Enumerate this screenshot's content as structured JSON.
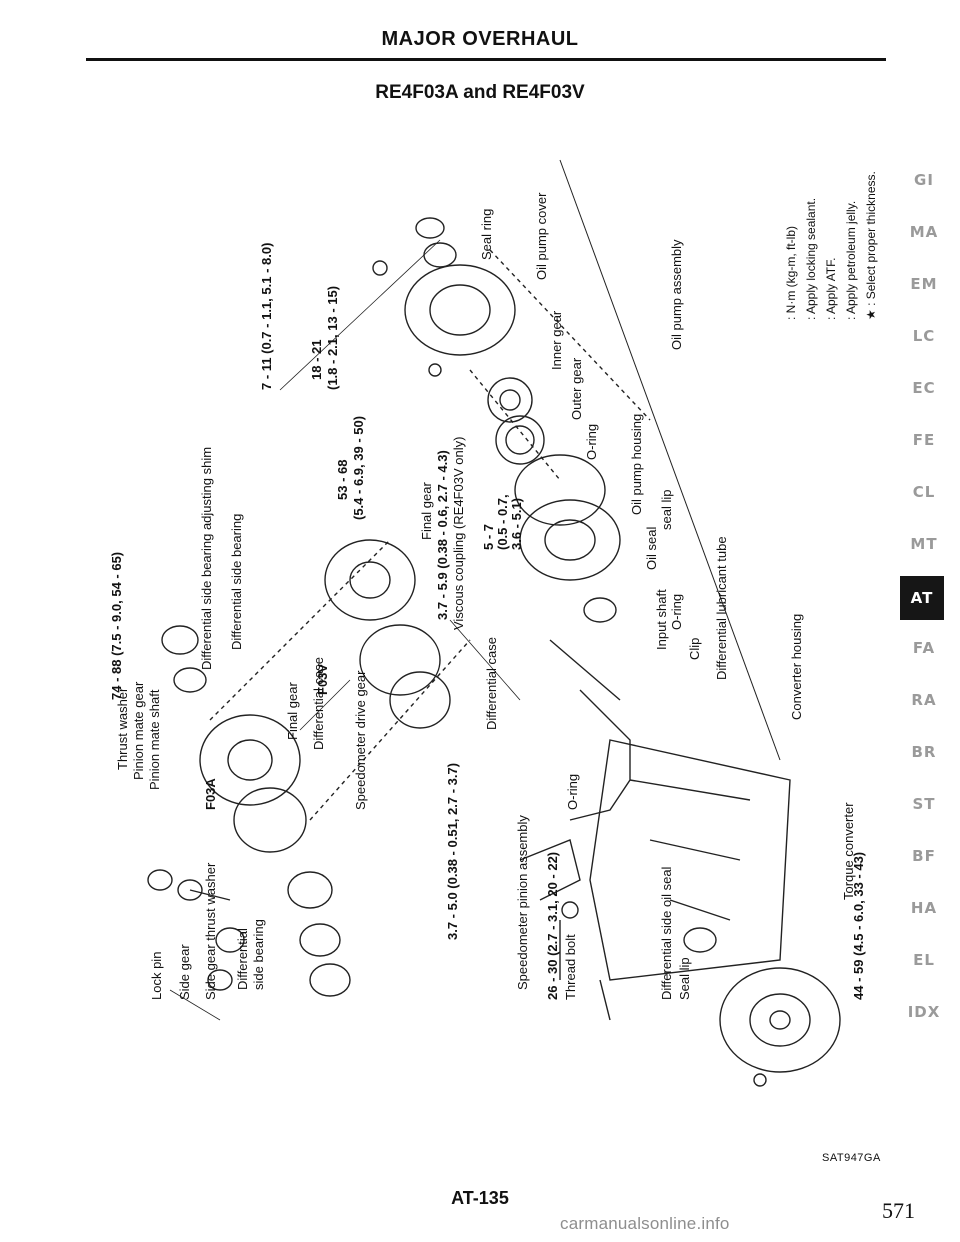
{
  "header": {
    "title": "MAJOR OVERHAUL"
  },
  "subtitle": "RE4F03A and RE4F03V",
  "labels": {
    "seal_ring": "Seal ring",
    "oil_pump_cover": "Oil pump cover",
    "oil_pump_assembly": "Oil pump assembly",
    "torque_7_11": "7 - 11 (0.7 - 1.1, 5.1 - 8.0)",
    "torque_18_21": "18 - 21",
    "torque_18_21_sub": "(1.8 - 2.1, 13 - 15)",
    "inner_gear": "Inner gear",
    "outer_gear": "Outer gear",
    "o_ring_pump": "O-ring",
    "oil_pump_housing": "Oil pump housing",
    "oil_seal": "Oil seal",
    "seal_lip": "seal lip",
    "torque_53_68": "53 - 68",
    "torque_53_68_sub": "(5.4 - 6.9, 39 - 50)",
    "final_gear_f03v": "Final gear",
    "torque_3_7_5_9": "3.7 - 5.9 (0.38 - 0.6, 2.7 - 4.3)",
    "viscous_coupling": "Viscous coupling (RE4F03V only)",
    "torque_5_7": "5 - 7",
    "torque_5_7_sub1": "(0.5 - 0.7,",
    "torque_5_7_sub2": "3.6 - 5.1)",
    "diff_side_bearing_shim": "Differential side bearing adjusting shim",
    "diff_side_bearing": "Differential side bearing",
    "torque_74_88": "74 - 88 (7.5 - 9.0, 54 - 65)",
    "input_shaft": "Input shaft",
    "o_ring_input": "O-ring",
    "clip": "Clip",
    "diff_lubricant_tube": "Differential lubricant tube",
    "diff_case_f03v": "Differential case",
    "f03v": "F03V",
    "final_gear_f03a": "Final gear",
    "diff_case_f03a": "Differential case",
    "speedometer_drive_gear": "Speedometer drive gear",
    "thrust_washer": "Thrust washer",
    "pinion_mate_gear": "Pinion mate gear",
    "pinion_mate_shaft": "Pinion mate shaft",
    "f03a": "F03A",
    "converter_housing": "Converter housing",
    "o_ring_speedo": "O-ring",
    "torque_3_7_5_0": "3.7 - 5.0 (0.38 - 0.51, 2.7 - 3.7)",
    "torque_converter": "Torque converter",
    "lock_pin": "Lock pin",
    "side_gear": "Side gear",
    "side_gear_thrust_washer": "Side gear thrust washer",
    "diff_side_bearing_left_1": "Differential",
    "diff_side_bearing_left_2": "side bearing",
    "speedometer_pinion_assembly": "Speedometer pinion assembly",
    "torque_26_30": "26 - 30 (2.7 - 3.1, 20 - 22)",
    "thread_bolt": "Thread bolt",
    "diff_side_oil_seal": "Differential side oil seal",
    "seal_lip_diff": "Seal lip",
    "torque_44_59": "44 - 59 (4.5 - 6.0, 33 - 43)"
  },
  "legend": {
    "units": ": N·m (kg-m, ft-lb)",
    "sealant": ": Apply locking sealant.",
    "atf": ": Apply ATF.",
    "petroleum": ": Apply petroleum jelly.",
    "star": "★ : Select proper thickness."
  },
  "sidenav": {
    "items": [
      {
        "label": "GI",
        "active": false
      },
      {
        "label": "MA",
        "active": false
      },
      {
        "label": "EM",
        "active": false
      },
      {
        "label": "LC",
        "active": false
      },
      {
        "label": "EC",
        "active": false
      },
      {
        "label": "FE",
        "active": false
      },
      {
        "label": "CL",
        "active": false
      },
      {
        "label": "MT",
        "active": false
      },
      {
        "label": "AT",
        "active": true
      },
      {
        "label": "FA",
        "active": false
      },
      {
        "label": "RA",
        "active": false
      },
      {
        "label": "BR",
        "active": false
      },
      {
        "label": "ST",
        "active": false
      },
      {
        "label": "BF",
        "active": false
      },
      {
        "label": "HA",
        "active": false
      },
      {
        "label": "EL",
        "active": false
      },
      {
        "label": "IDX",
        "active": false
      }
    ]
  },
  "footer": {
    "figure_code": "SAT947GA",
    "page_code": "AT-135",
    "page_number": "571",
    "watermark": "carmanualsonline.info"
  }
}
